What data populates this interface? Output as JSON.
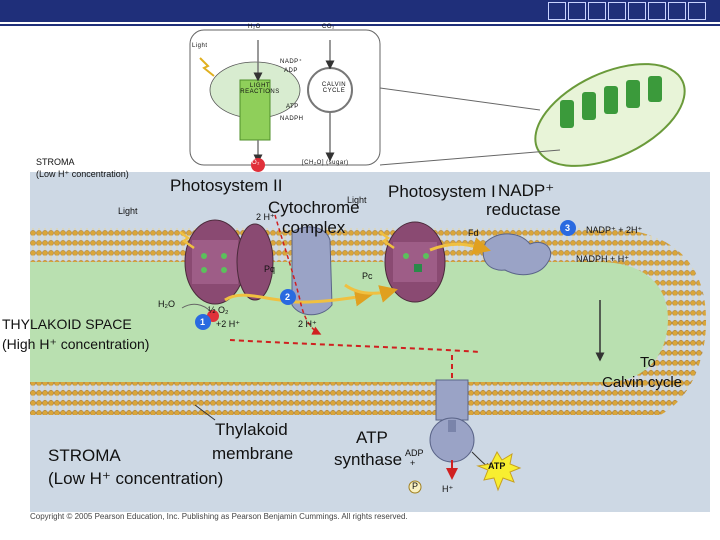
{
  "overview": {
    "h2o": "H₂O",
    "co2": "CO₂",
    "light": "Light",
    "nadp": "NADP⁺",
    "adp": "ADP",
    "light_reactions": "LIGHT\nREACTIONS",
    "calvin_cycle": "CALVIN\nCYCLE",
    "atp": "ATP",
    "nadph": "NADPH",
    "o2": "O₂",
    "sugar": "[CH₂O] (sugar)"
  },
  "labels": {
    "stroma_top": "STROMA",
    "stroma_top_sub": "(Low H⁺ concentration)",
    "photosystem2": "Photosystem II",
    "light_left": "Light",
    "two_h_top": "2 H⁺",
    "cytochrome": "Cytochrome",
    "complex": "complex",
    "light_mid": "Light",
    "photosystem1": "Photosystem I",
    "nadp_reductase_a": "NADP⁺",
    "nadp_reductase_b": "reductase",
    "fd": "Fd",
    "nadp_plus_2h": "NADP⁺ + 2H⁺",
    "nadph_h": "NADPH + H⁺",
    "pq": "Pq",
    "pc": "Pc",
    "h2o": "H₂O",
    "half_o2": "½ O₂",
    "plus_2h": "+2 H⁺",
    "two_h_lumen": "2 H⁺",
    "thylakoid_space": "THYLAKOID SPACE",
    "high_h": "(High H⁺ concentration)",
    "to_calvin_a": "To",
    "to_calvin_b": "Calvin cycle",
    "thylakoid_membrane_a": "Thylakoid",
    "thylakoid_membrane_b": "membrane",
    "stroma_bottom": "STROMA",
    "stroma_bottom_sub": "(Low H⁺ concentration)",
    "atp_synthase_a": "ATP",
    "atp_synthase_b": "synthase",
    "adp": "ADP",
    "plus": "+",
    "pi": "P",
    "h_plus": "H⁺",
    "atp_burst": "ATP",
    "step1": "1",
    "step2": "2",
    "step3": "3"
  },
  "footer": {
    "copyright": "Copyright © 2005 Pearson Education, Inc. Publishing as Pearson Benjamin Cummings. All rights reserved."
  },
  "colors": {
    "header": "#1f2f7a",
    "membrane_head": "#d9a53a",
    "lumen": "#b9e0b0",
    "protein": "#8a4a72",
    "cytochrome": "#9aa3c6",
    "arrow_electron": "#f0c040",
    "h_arrow": "#d02020"
  }
}
